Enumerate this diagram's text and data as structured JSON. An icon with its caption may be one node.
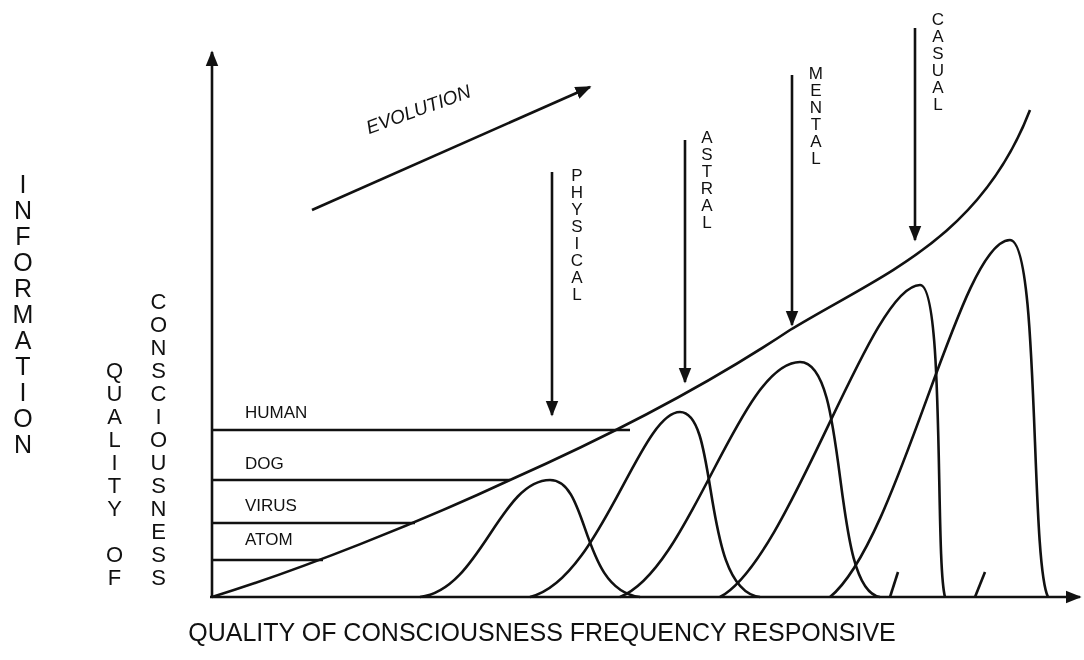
{
  "diagram": {
    "labels": [
      "INFORMATION",
      "QUALITY OF CONSCIOUSNESS",
      "EVOLUTION",
      "PHYSICAL",
      "ASTRAL",
      "MENTAL",
      "CASUAL",
      "HUMAN",
      "DOG",
      "VIRUS",
      "ATOM",
      "QUALITY OF CONSCIOUSNESS FREQUENCY RESPONSIVE"
    ]
  }
}
